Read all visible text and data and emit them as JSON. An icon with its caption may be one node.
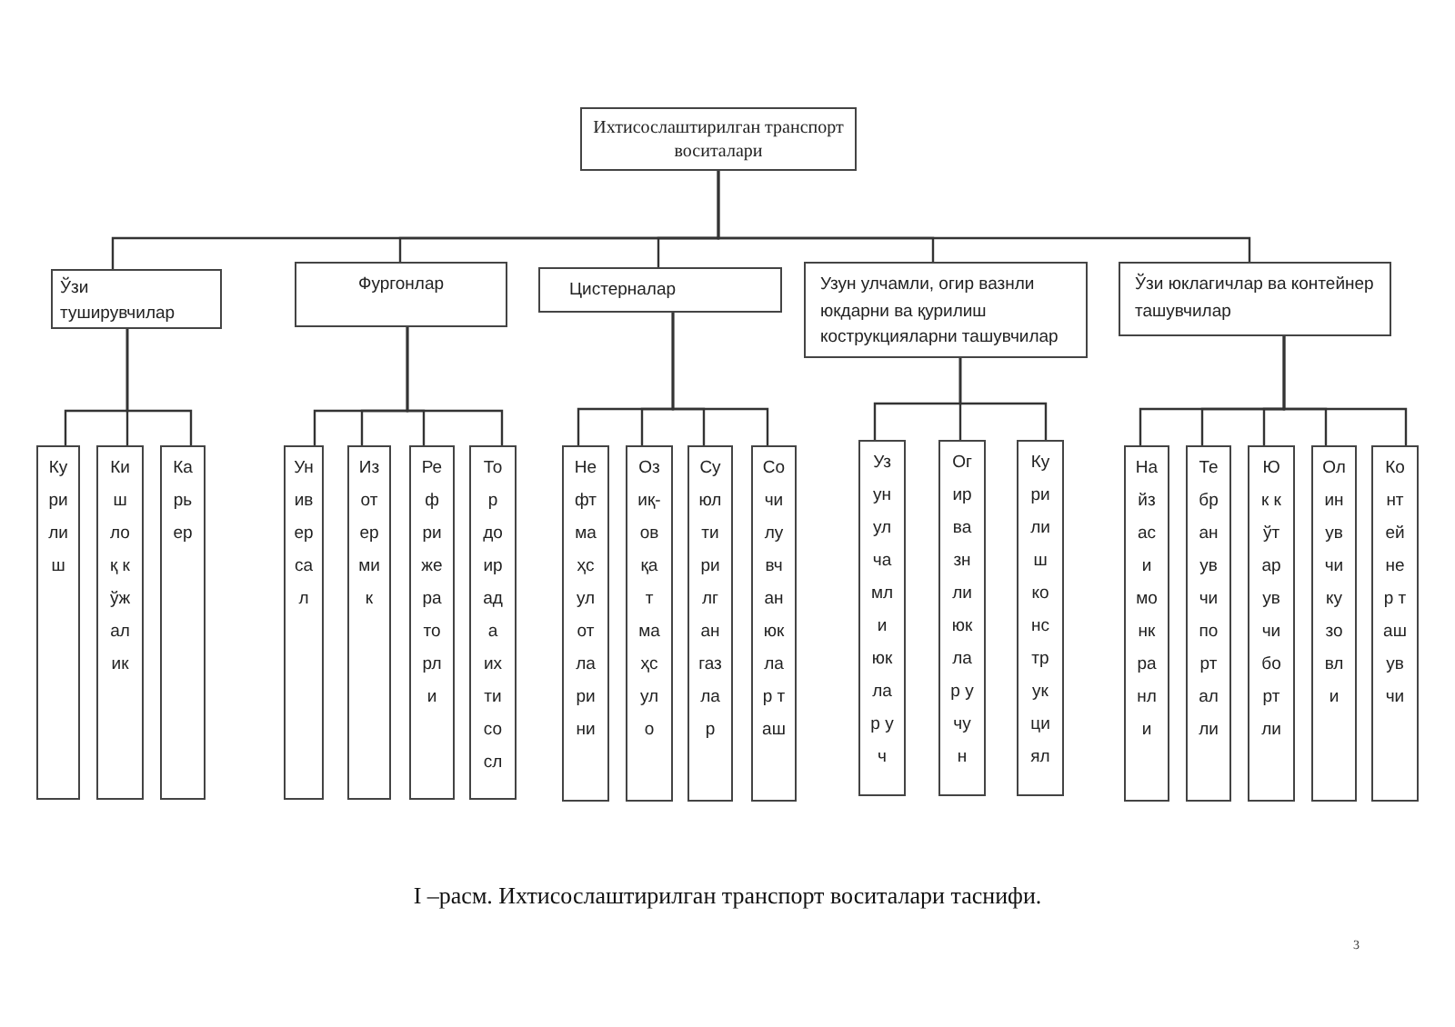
{
  "diagram": {
    "caption": "I –расм. Ихтисослаштирилган транспорт воситалари таснифи.",
    "nodes": [
      {
        "text": [
          "Ихтисослаштирилган транспорт воситалари"
        ]
      },
      {
        "text": [
          "Ўзи туширувчилар"
        ]
      },
      {
        "text": [
          "Фургонлар"
        ]
      },
      {
        "text": [
          "Цистерналар"
        ]
      },
      {
        "text": [
          "Узун улчамли, огир вазнли юкдарни ва қурилиш кострукцияларни ташувчилар"
        ]
      },
      {
        "text": [
          "Ўзи юклагичлар ва контейнер ташувчилар"
        ]
      },
      {
        "text": [
          "Курилиш"
        ]
      },
      {
        "text": [
          "Кишлоқ кўжалик"
        ]
      },
      {
        "text": [
          "Карьер"
        ]
      },
      {
        "text": [
          "Универсал"
        ]
      },
      {
        "text": [
          "Изотермик"
        ]
      },
      {
        "text": [
          "Рефрижераторли"
        ]
      },
      {
        "text": [
          "Тор доирада ихтисосл"
        ]
      },
      {
        "text": [
          "Нефт маҳсулотларини"
        ]
      },
      {
        "text": [
          "Озиқ-овқат маҳсуло"
        ]
      },
      {
        "text": [
          "Суюлтирилган газлар"
        ]
      },
      {
        "text": [
          "Сочилувчан юклар таш"
        ]
      },
      {
        "text": [
          "Узун улчамли юклар уч"
        ]
      },
      {
        "text": [
          "Огир вазнли юклар учун"
        ]
      },
      {
        "text": [
          "Курилиш конструкциял"
        ]
      },
      {
        "text": [
          "Найзаси монкранли"
        ]
      },
      {
        "text": [
          "Тебранувчи порталли"
        ]
      },
      {
        "text": [
          "Юк кўтарувчи бортли"
        ]
      },
      {
        "text": [
          "Олинувчи кузовли"
        ]
      },
      {
        "text": [
          "Контейнер ташувчи"
        ]
      }
    ],
    "edges": [
      {
        "from": 0,
        "to": 1,
        "arrow": "none"
      },
      {
        "from": 0,
        "to": 2,
        "arrow": "none"
      },
      {
        "from": 0,
        "to": 3,
        "arrow": "none"
      },
      {
        "from": 0,
        "to": 4,
        "arrow": "none"
      },
      {
        "from": 0,
        "to": 5,
        "arrow": "none"
      },
      {
        "from": 1,
        "to": 6,
        "arrow": "none"
      },
      {
        "from": 1,
        "to": 7,
        "arrow": "none"
      },
      {
        "from": 1,
        "to": 8,
        "arrow": "none"
      },
      {
        "from": 2,
        "to": 9,
        "arrow": "none"
      },
      {
        "from": 2,
        "to": 10,
        "arrow": "none"
      },
      {
        "from": 2,
        "to": 11,
        "arrow": "none"
      },
      {
        "from": 2,
        "to": 12,
        "arrow": "none"
      },
      {
        "from": 3,
        "to": 13,
        "arrow": "none"
      },
      {
        "from": 3,
        "to": 14,
        "arrow": "none"
      },
      {
        "from": 3,
        "to": 15,
        "arrow": "none"
      },
      {
        "from": 3,
        "to": 16,
        "arrow": "none"
      },
      {
        "from": 4,
        "to": 17,
        "arrow": "none"
      },
      {
        "from": 4,
        "to": 18,
        "arrow": "none"
      },
      {
        "from": 4,
        "to": 19,
        "arrow": "none"
      },
      {
        "from": 5,
        "to": 20,
        "arrow": "none"
      },
      {
        "from": 5,
        "to": 21,
        "arrow": "none"
      },
      {
        "from": 5,
        "to": 22,
        "arrow": "none"
      },
      {
        "from": 5,
        "to": 23,
        "arrow": "none"
      },
      {
        "from": 5,
        "to": 24,
        "arrow": "none"
      }
    ],
    "labels": [
      "3"
    ]
  }
}
